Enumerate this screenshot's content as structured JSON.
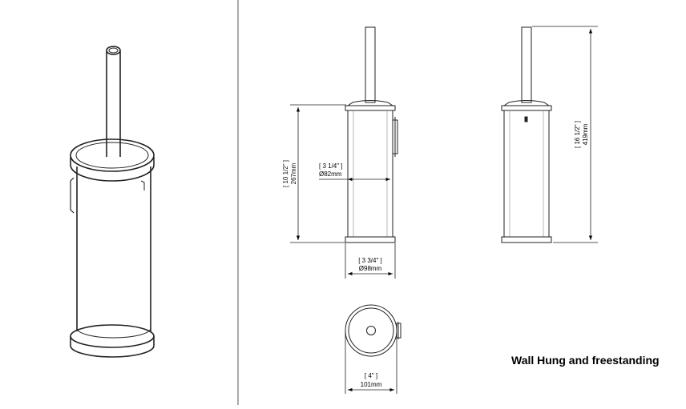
{
  "caption": "Wall Hung and freestanding",
  "dimensions": {
    "height_body": {
      "imperial": "[ 10 1/2\" ]",
      "metric": "267mm"
    },
    "diameter_body": {
      "imperial": "[ 3 1/4\" ]",
      "metric": "Ø82mm"
    },
    "diameter_base": {
      "imperial": "[ 3 3/4\" ]",
      "metric": "Ø98mm"
    },
    "height_total": {
      "imperial": "[ 16 1/2\" ]",
      "metric": "419mm"
    },
    "width_top": {
      "imperial": "[ 4\" ]",
      "metric": "101mm"
    }
  }
}
